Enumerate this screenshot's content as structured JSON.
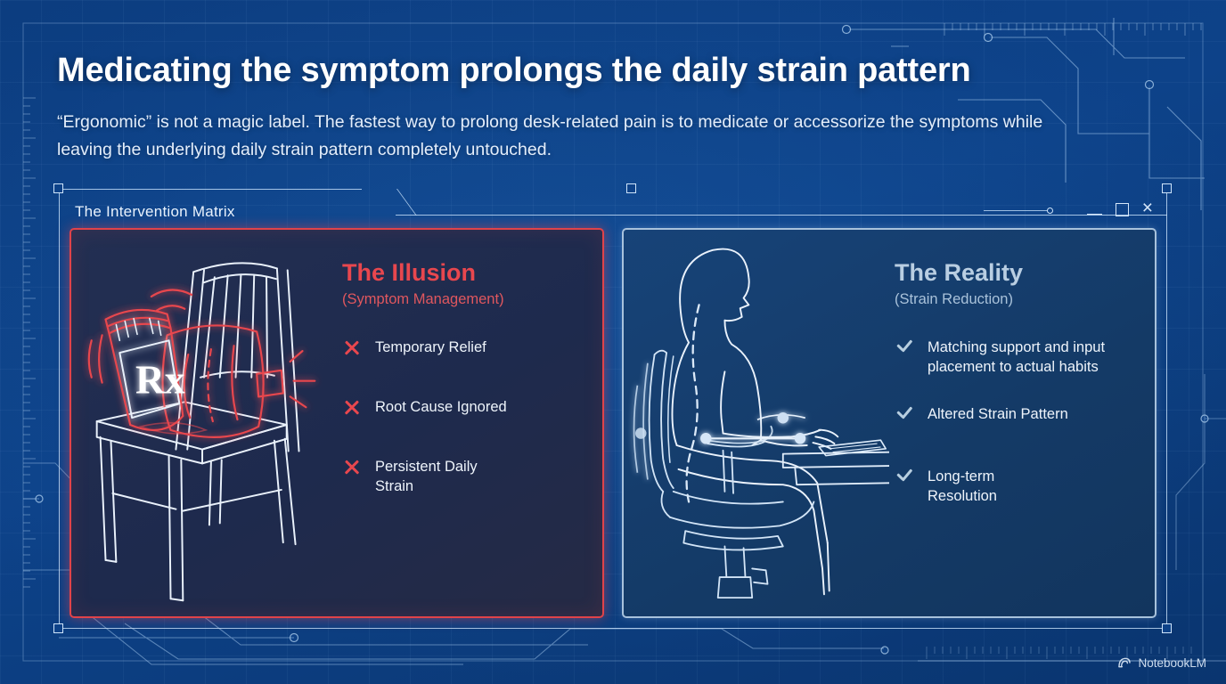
{
  "headline": "Medicating the symptom prolongs the daily strain pattern",
  "subhead": "“Ergonomic” is not a magic label. The fastest way to prolong desk-related pain is to medicate or accessorize the symptoms while leaving the underlying daily strain pattern completely untouched.",
  "window": {
    "title": "The Intervention Matrix",
    "controls": {
      "minimize": "minimize",
      "maximize": "maximize",
      "close": "×"
    }
  },
  "panels": [
    {
      "id": "illusion",
      "title": "The Illusion",
      "subtitle": "(Symptom Management)",
      "accent": "#e8474e",
      "icon": "x-icon",
      "illustration": "wooden-chair-with-pill-bottle-and-lumbar-cushion",
      "illustration_label": "Rx",
      "bullets": [
        "Temporary Relief",
        "Root Cause Ignored",
        "Persistent Daily Strain"
      ]
    },
    {
      "id": "reality",
      "title": "The Reality",
      "subtitle": "(Strain Reduction)",
      "accent": "#b9cee2",
      "icon": "check-icon",
      "illustration": "person-seated-at-desk-in-ergonomic-chair",
      "bullets": [
        "Matching support and input placement to actual habits",
        "Altered Strain Pattern",
        "Long-term Resolution"
      ]
    }
  ],
  "watermark": "NotebookLM",
  "colors": {
    "background": "#0d4289",
    "panel_illusion_bg": "#1e2a4d",
    "panel_reality_bg": "#143a66",
    "accent_red": "#e8474e",
    "accent_light": "#b8cfe0",
    "text_primary": "#ffffff"
  }
}
